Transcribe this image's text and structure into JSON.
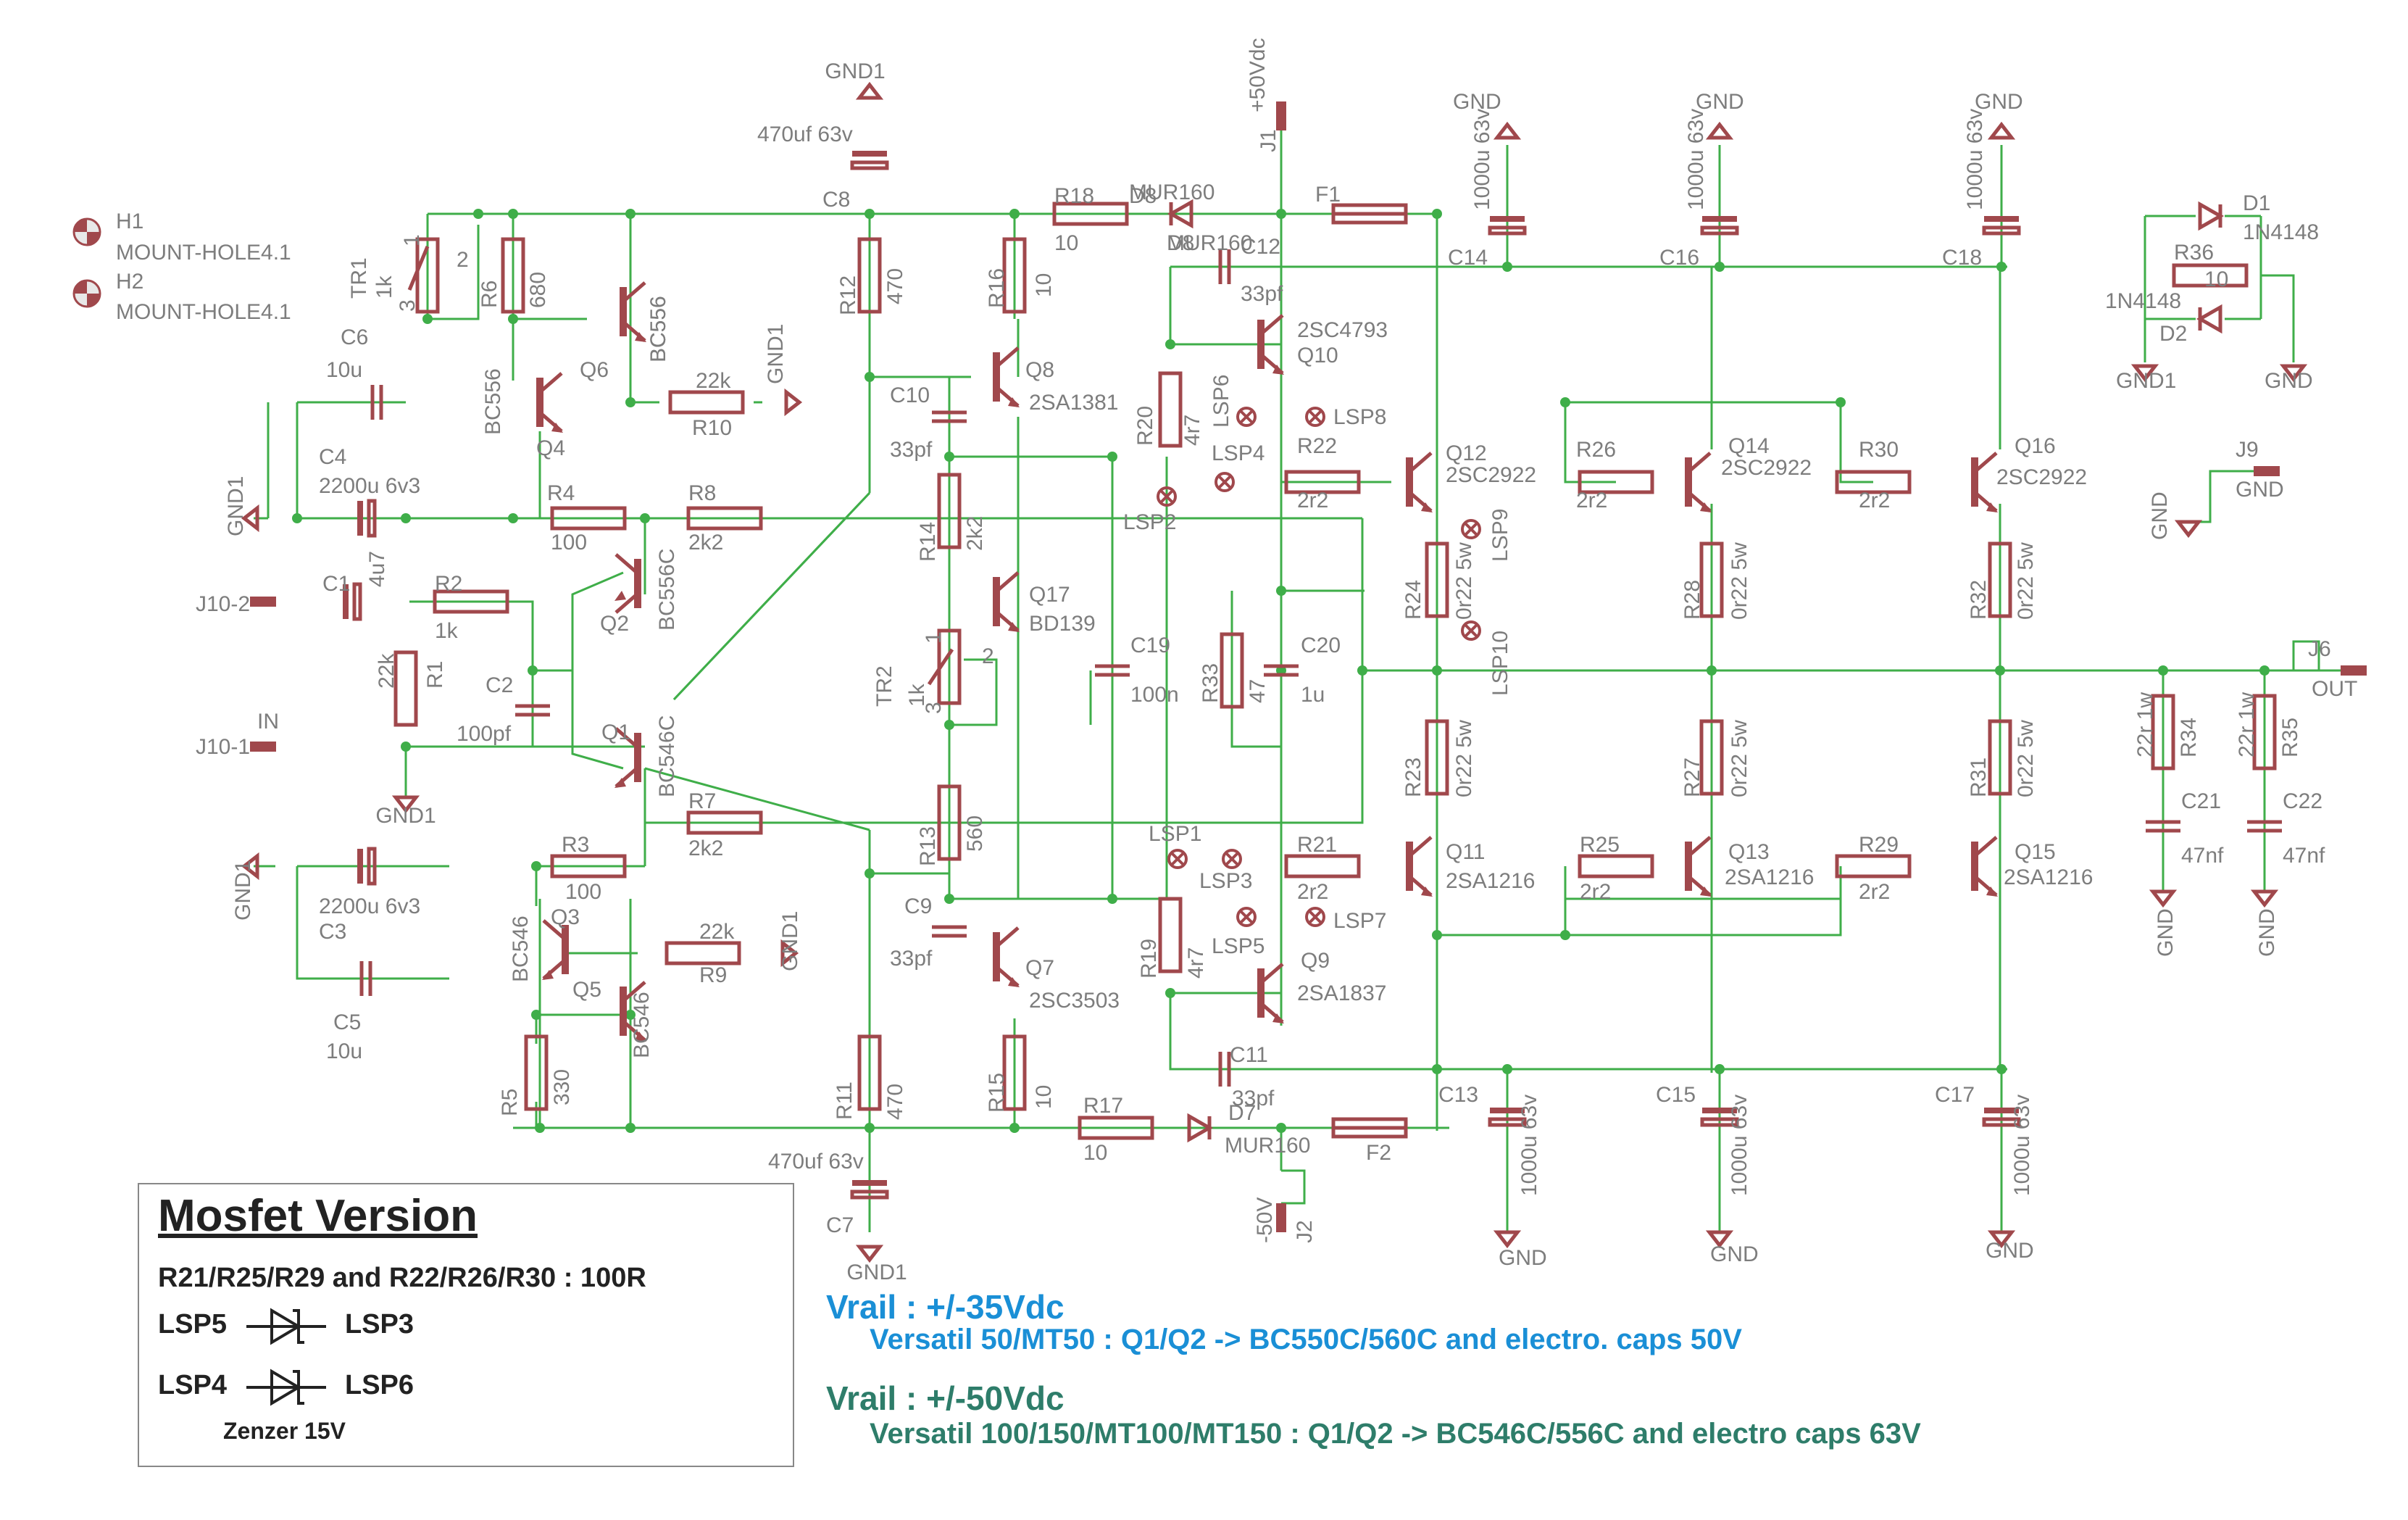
{
  "colors": {
    "wire": "#3fae49",
    "part": "#a0484c",
    "label": "#7d7d7d",
    "note35": "#1a8fd6",
    "note50": "#2e7d6a"
  },
  "mount_holes": [
    {
      "ref": "H1",
      "type": "MOUNT-HOLE4.1"
    },
    {
      "ref": "H2",
      "type": "MOUNT-HOLE4.1"
    }
  ],
  "supply": {
    "gnd": "GND",
    "gnd1": "GND1",
    "pos": "+50Vdc",
    "neg": "-50V",
    "j1": "J1",
    "j2": "J2",
    "out": "OUT",
    "j6": "J6",
    "j9": "J9",
    "j10_1": "J10-1",
    "j10_2": "J10-2",
    "in": "IN"
  },
  "components": {
    "TR1": {
      "ref": "TR1",
      "value": "1k"
    },
    "TR2": {
      "ref": "TR2",
      "value": "1k"
    },
    "R1": {
      "ref": "R1",
      "value": "22k"
    },
    "R2": {
      "ref": "R2",
      "value": "1k"
    },
    "R3": {
      "ref": "R3",
      "value": "100"
    },
    "R4": {
      "ref": "R4",
      "value": "100"
    },
    "R5": {
      "ref": "R5",
      "value": "330"
    },
    "R6": {
      "ref": "R6",
      "value": "680"
    },
    "R7": {
      "ref": "R7",
      "value": "2k2"
    },
    "R8": {
      "ref": "R8",
      "value": "2k2"
    },
    "R9": {
      "ref": "R9",
      "value": "22k"
    },
    "R10": {
      "ref": "R10",
      "value": "22k"
    },
    "R11": {
      "ref": "R11",
      "value": "470"
    },
    "R12": {
      "ref": "R12",
      "value": "470"
    },
    "R13": {
      "ref": "R13",
      "value": "560"
    },
    "R14": {
      "ref": "R14",
      "value": "2k2"
    },
    "R15": {
      "ref": "R15",
      "value": "10"
    },
    "R16": {
      "ref": "R16",
      "value": "10"
    },
    "R17": {
      "ref": "R17",
      "value": "10"
    },
    "R18": {
      "ref": "R18",
      "value": "10"
    },
    "R19": {
      "ref": "R19",
      "value": "4r7"
    },
    "R20": {
      "ref": "R20",
      "value": "4r7"
    },
    "R21": {
      "ref": "R21",
      "value": "2r2"
    },
    "R22": {
      "ref": "R22",
      "value": "2r2"
    },
    "R23": {
      "ref": "R23",
      "value": "0r22 5w"
    },
    "R24": {
      "ref": "R24",
      "value": "0r22 5w"
    },
    "R25": {
      "ref": "R25",
      "value": "2r2"
    },
    "R26": {
      "ref": "R26",
      "value": "2r2"
    },
    "R27": {
      "ref": "R27",
      "value": "0r22 5w"
    },
    "R28": {
      "ref": "R28",
      "value": "0r22 5w"
    },
    "R29": {
      "ref": "R29",
      "value": "2r2"
    },
    "R30": {
      "ref": "R30",
      "value": "2r2"
    },
    "R31": {
      "ref": "R31",
      "value": "0r22 5w"
    },
    "R32": {
      "ref": "R32",
      "value": "0r22 5w"
    },
    "R33": {
      "ref": "R33",
      "value": "47"
    },
    "R34": {
      "ref": "R34",
      "value": "22r 1w"
    },
    "R35": {
      "ref": "R35",
      "value": "22r 1w"
    },
    "R36": {
      "ref": "R36",
      "value": "10"
    },
    "C1": {
      "ref": "C1",
      "value": "4u7"
    },
    "C2": {
      "ref": "C2",
      "value": "100pf"
    },
    "C3": {
      "ref": "C3",
      "value": "2200u 6v3"
    },
    "C4": {
      "ref": "C4",
      "value": "2200u 6v3"
    },
    "C5": {
      "ref": "C5",
      "value": "10u"
    },
    "C6": {
      "ref": "C6",
      "value": "10u"
    },
    "C7": {
      "ref": "C7",
      "value": "470uf 63v"
    },
    "C8": {
      "ref": "C8",
      "value": "470uf 63v"
    },
    "C9": {
      "ref": "C9",
      "value": "33pf"
    },
    "C10": {
      "ref": "C10",
      "value": "33pf"
    },
    "C11": {
      "ref": "C11",
      "value": "33pf"
    },
    "C12": {
      "ref": "C12",
      "value": "33pf"
    },
    "C13": {
      "ref": "C13",
      "value": "1000u 63v"
    },
    "C14": {
      "ref": "C14",
      "value": "1000u 63v"
    },
    "C15": {
      "ref": "C15",
      "value": "1000u 63v"
    },
    "C16": {
      "ref": "C16",
      "value": "1000u 63v"
    },
    "C17": {
      "ref": "C17",
      "value": "1000u 63v"
    },
    "C18": {
      "ref": "C18",
      "value": "1000u 63v"
    },
    "C19": {
      "ref": "C19",
      "value": "100n"
    },
    "C20": {
      "ref": "C20",
      "value": "1u"
    },
    "C21": {
      "ref": "C21",
      "value": "47nf"
    },
    "C22": {
      "ref": "C22",
      "value": "47nf"
    },
    "Q1": {
      "ref": "Q1",
      "value": "BC546C"
    },
    "Q2": {
      "ref": "Q2",
      "value": "BC556C"
    },
    "Q3": {
      "ref": "Q3",
      "value": "BC546"
    },
    "Q4": {
      "ref": "Q4",
      "value": "BC556"
    },
    "Q5": {
      "ref": "Q5",
      "value": "BC546"
    },
    "Q6": {
      "ref": "Q6",
      "value": "BC556"
    },
    "Q7": {
      "ref": "Q7",
      "value": "2SC3503"
    },
    "Q8": {
      "ref": "Q8",
      "value": "2SA1381"
    },
    "Q9": {
      "ref": "Q9",
      "value": "2SA1837"
    },
    "Q10": {
      "ref": "Q10",
      "value": "2SC4793"
    },
    "Q11": {
      "ref": "Q11",
      "value": "2SA1216"
    },
    "Q12": {
      "ref": "Q12",
      "value": "2SC2922"
    },
    "Q13": {
      "ref": "Q13",
      "value": "2SA1216"
    },
    "Q14": {
      "ref": "Q14",
      "value": "2SC2922"
    },
    "Q15": {
      "ref": "Q15",
      "value": "2SA1216"
    },
    "Q16": {
      "ref": "Q16",
      "value": "2SC2922"
    },
    "Q17": {
      "ref": "Q17",
      "value": "BD139"
    },
    "D1": {
      "ref": "D1",
      "value": "1N4148"
    },
    "D2": {
      "ref": "D2",
      "value": "1N4148"
    },
    "D7": {
      "ref": "D7",
      "value": "MUR160"
    },
    "D8": {
      "ref": "D8",
      "value": "MUR160"
    },
    "F1": {
      "ref": "F1"
    },
    "F2": {
      "ref": "F2"
    }
  },
  "test_points": [
    "LSP1",
    "LSP2",
    "LSP3",
    "LSP4",
    "LSP5",
    "LSP6",
    "LSP7",
    "LSP8",
    "LSP9",
    "LSP10"
  ],
  "trimmer_pins": {
    "p1": "1",
    "p2": "2",
    "p3": "3"
  },
  "note": {
    "title": "Mosfet Version",
    "line1": "R21/R25/R29 and R22/R26/R30 : 100R",
    "lsp5": "LSP5",
    "lsp3": "LSP3",
    "lsp4": "LSP4",
    "lsp6": "LSP6",
    "zener": "Zenzer 15V"
  },
  "rails": [
    {
      "title": "Vrail : +/-35Vdc",
      "detail": "Versatil 50/MT50 : Q1/Q2 -> BC550C/560C and electro. caps 50V"
    },
    {
      "title": "Vrail : +/-50Vdc",
      "detail": "Versatil 100/150/MT100/MT150 : Q1/Q2 -> BC546C/556C and electro caps 63V"
    }
  ]
}
